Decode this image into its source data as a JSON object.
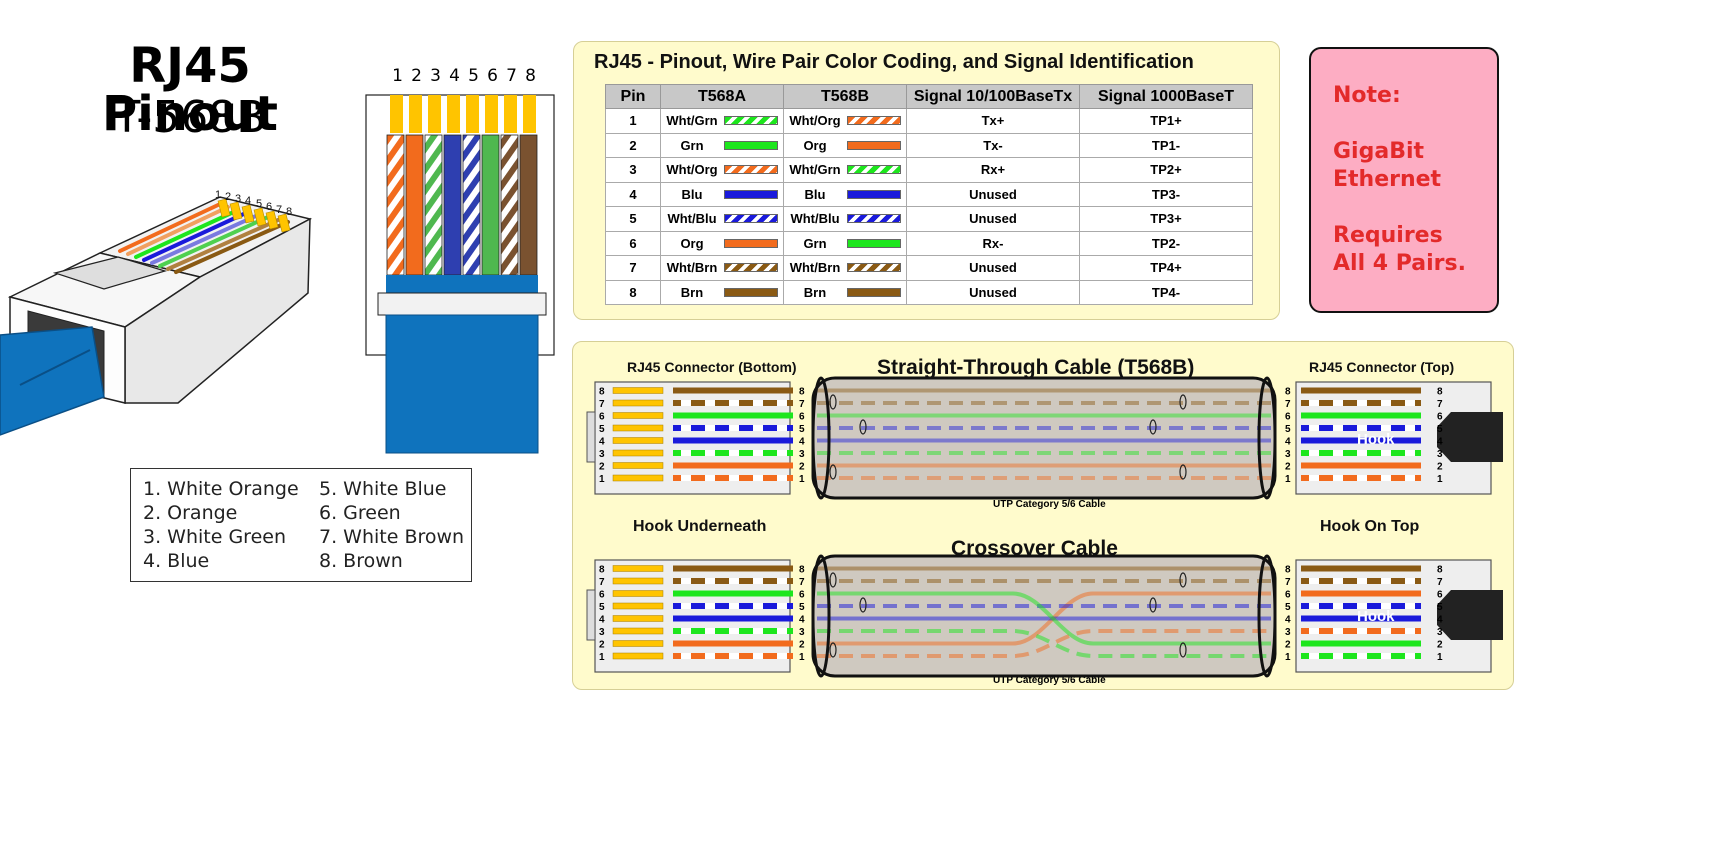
{
  "header": {
    "title": "RJ45 Pinout",
    "subtitle": "T-568B"
  },
  "pin_numbers": [
    "1",
    "2",
    "3",
    "4",
    "5",
    "6",
    "7",
    "8"
  ],
  "legend": {
    "left": [
      "1. White Orange",
      "2. Orange",
      "3. White Green",
      "4. Blue"
    ],
    "right": [
      "5. White Blue",
      "6. Green",
      "7. White Brown",
      "8. Brown"
    ]
  },
  "table": {
    "title": "RJ45 -  Pinout, Wire Pair Color Coding, and Signal Identification",
    "headers": [
      "Pin",
      "T568A",
      "T568B",
      "Signal 10/100BaseTx",
      "Signal 1000BaseT"
    ],
    "rows": [
      {
        "pin": "1",
        "a": "Wht/Grn",
        "a_color": "green",
        "a_striped": true,
        "b": "Wht/Org",
        "b_color": "orange",
        "b_striped": true,
        "s100": "Tx+",
        "s1000": "TP1+"
      },
      {
        "pin": "2",
        "a": "Grn",
        "a_color": "green",
        "a_striped": false,
        "b": "Org",
        "b_color": "orange",
        "b_striped": false,
        "s100": "Tx-",
        "s1000": "TP1-"
      },
      {
        "pin": "3",
        "a": "Wht/Org",
        "a_color": "orange",
        "a_striped": true,
        "b": "Wht/Grn",
        "b_color": "green",
        "b_striped": true,
        "s100": "Rx+",
        "s1000": "TP2+"
      },
      {
        "pin": "4",
        "a": "Blu",
        "a_color": "blue",
        "a_striped": false,
        "b": "Blu",
        "b_color": "blue",
        "b_striped": false,
        "s100": "Unused",
        "s1000": "TP3-"
      },
      {
        "pin": "5",
        "a": "Wht/Blu",
        "a_color": "blue",
        "a_striped": true,
        "b": "Wht/Blu",
        "b_color": "blue",
        "b_striped": true,
        "s100": "Unused",
        "s1000": "TP3+"
      },
      {
        "pin": "6",
        "a": "Org",
        "a_color": "orange",
        "a_striped": false,
        "b": "Grn",
        "b_color": "green",
        "b_striped": false,
        "s100": "Rx-",
        "s1000": "TP2-"
      },
      {
        "pin": "7",
        "a": "Wht/Brn",
        "a_color": "brown",
        "a_striped": true,
        "b": "Wht/Brn",
        "b_color": "brown",
        "b_striped": true,
        "s100": "Unused",
        "s1000": "TP4+"
      },
      {
        "pin": "8",
        "a": "Brn",
        "a_color": "brown",
        "a_striped": false,
        "b": "Brn",
        "b_color": "brown",
        "b_striped": false,
        "s100": "Unused",
        "s1000": "TP4-"
      }
    ]
  },
  "colors": {
    "green": "#1de61d",
    "orange": "#f26b1d",
    "blue": "#1a1adb",
    "brown": "#8a5a14",
    "gold": "#ffc400",
    "panel": "#fffbcc",
    "note_bg": "#fdadc3",
    "note_text": "#e32a2a",
    "plug_blue": "#0f73bd"
  },
  "note": {
    "heading": "Note:",
    "line1": "GigaBit",
    "line2": "Ethernet",
    "line3": "Requires",
    "line4": "All 4 Pairs."
  },
  "cables": {
    "left_top_label": "RJ45 Connector (Bottom)",
    "straight_title": "Straight-Through Cable (T568B)",
    "right_top_label": "RJ45 Connector (Top)",
    "cable_caption": "UTP Category 5/6 Cable",
    "hook_underneath": "Hook Underneath",
    "crossover_title": "Crossover Cable",
    "hook_on_top": "Hook On Top",
    "hook": "Hook"
  }
}
